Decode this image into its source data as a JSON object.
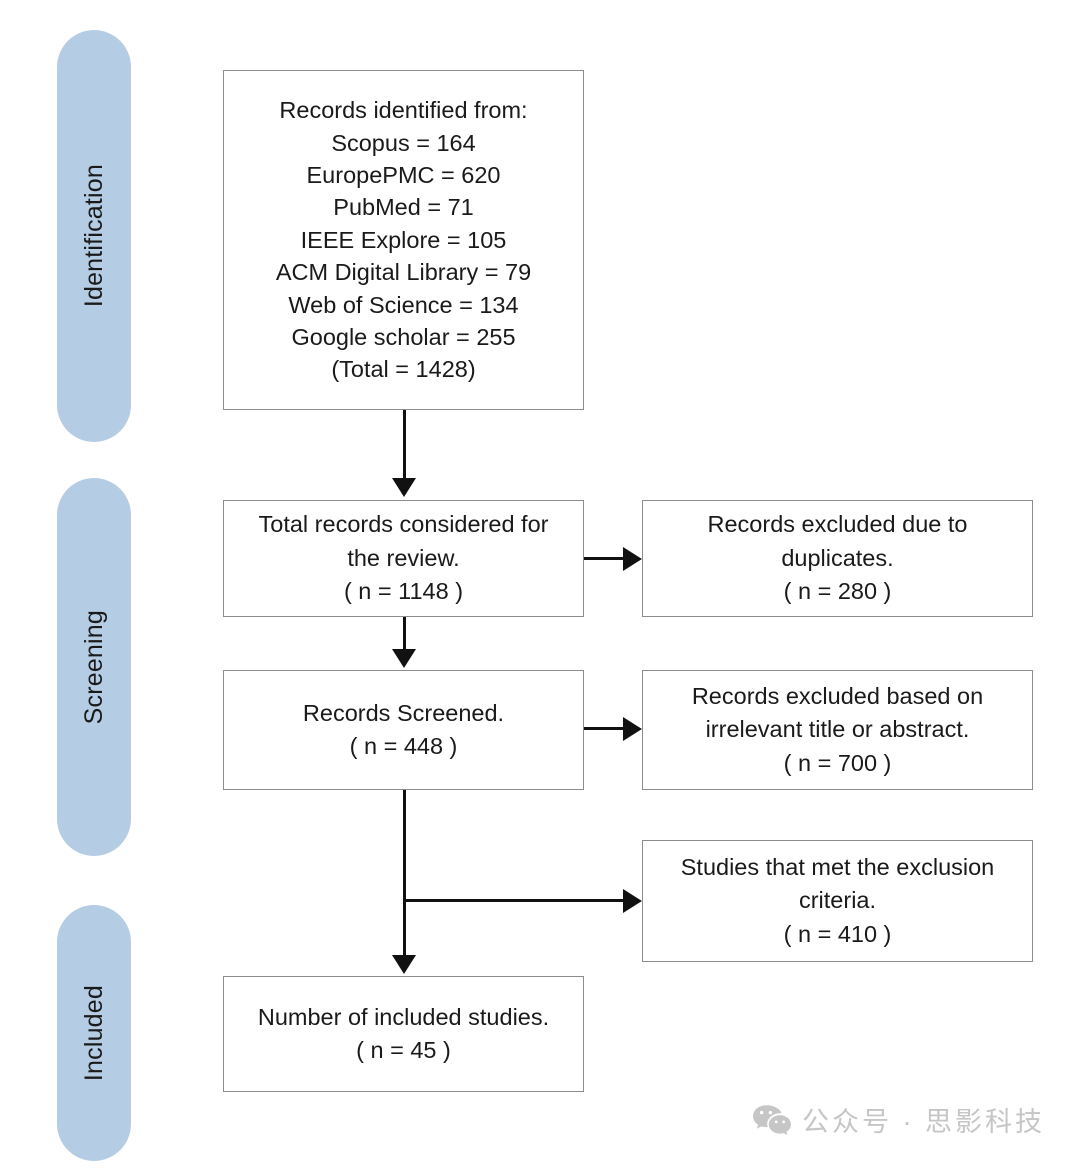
{
  "diagram": {
    "type": "prisma-flow-diagram",
    "accent_color": "#b4cde4",
    "box_border_color": "#8c8c8c",
    "connector_color": "#111111",
    "stages": [
      {
        "label": "Identification"
      },
      {
        "label": "Screening"
      },
      {
        "label": "Included"
      }
    ],
    "boxes": {
      "identified": {
        "name": "records-identified-box",
        "lines": [
          "Records identified from:",
          "Scopus = 164",
          "EuropePMC = 620",
          "PubMed = 71",
          "IEEE Explore = 105",
          "ACM Digital Library = 79",
          "Web of Science = 134",
          "Google scholar = 255",
          "(Total = 1428)"
        ]
      },
      "considered": {
        "name": "total-records-considered-box",
        "lines": [
          "Total records considered for",
          "the review.",
          "( n = 1148 )"
        ]
      },
      "excluded_duplicates": {
        "name": "records-excluded-duplicates-box",
        "lines": [
          "Records excluded due to",
          "duplicates.",
          "( n = 280 )"
        ]
      },
      "screened": {
        "name": "records-screened-box",
        "lines": [
          "Records Screened.",
          "( n = 448 )"
        ]
      },
      "excluded_irrelevant": {
        "name": "records-excluded-irrelevant-box",
        "lines": [
          "Records excluded based on",
          "irrelevant title or abstract.",
          "( n = 700 )"
        ]
      },
      "excluded_criteria": {
        "name": "studies-met-exclusion-criteria-box",
        "lines": [
          "Studies that met the exclusion",
          "criteria.",
          "( n = 410 )"
        ]
      },
      "included": {
        "name": "number-included-studies-box",
        "lines": [
          "Number of included studies.",
          "( n = 45 )"
        ]
      }
    },
    "counts": {
      "scopus": 164,
      "europepmc": 620,
      "pubmed": 71,
      "ieee_explore": 105,
      "acm_digital_library": 79,
      "web_of_science": 134,
      "google_scholar": 255,
      "total_identified": 1428,
      "considered_for_review": 1148,
      "excluded_duplicates": 280,
      "screened": 448,
      "excluded_irrelevant_title_abstract": 700,
      "met_exclusion_criteria": 410,
      "included_studies": 45
    }
  },
  "watermark": {
    "icon": "wechat-icon",
    "text": "公众号 · 思影科技"
  }
}
